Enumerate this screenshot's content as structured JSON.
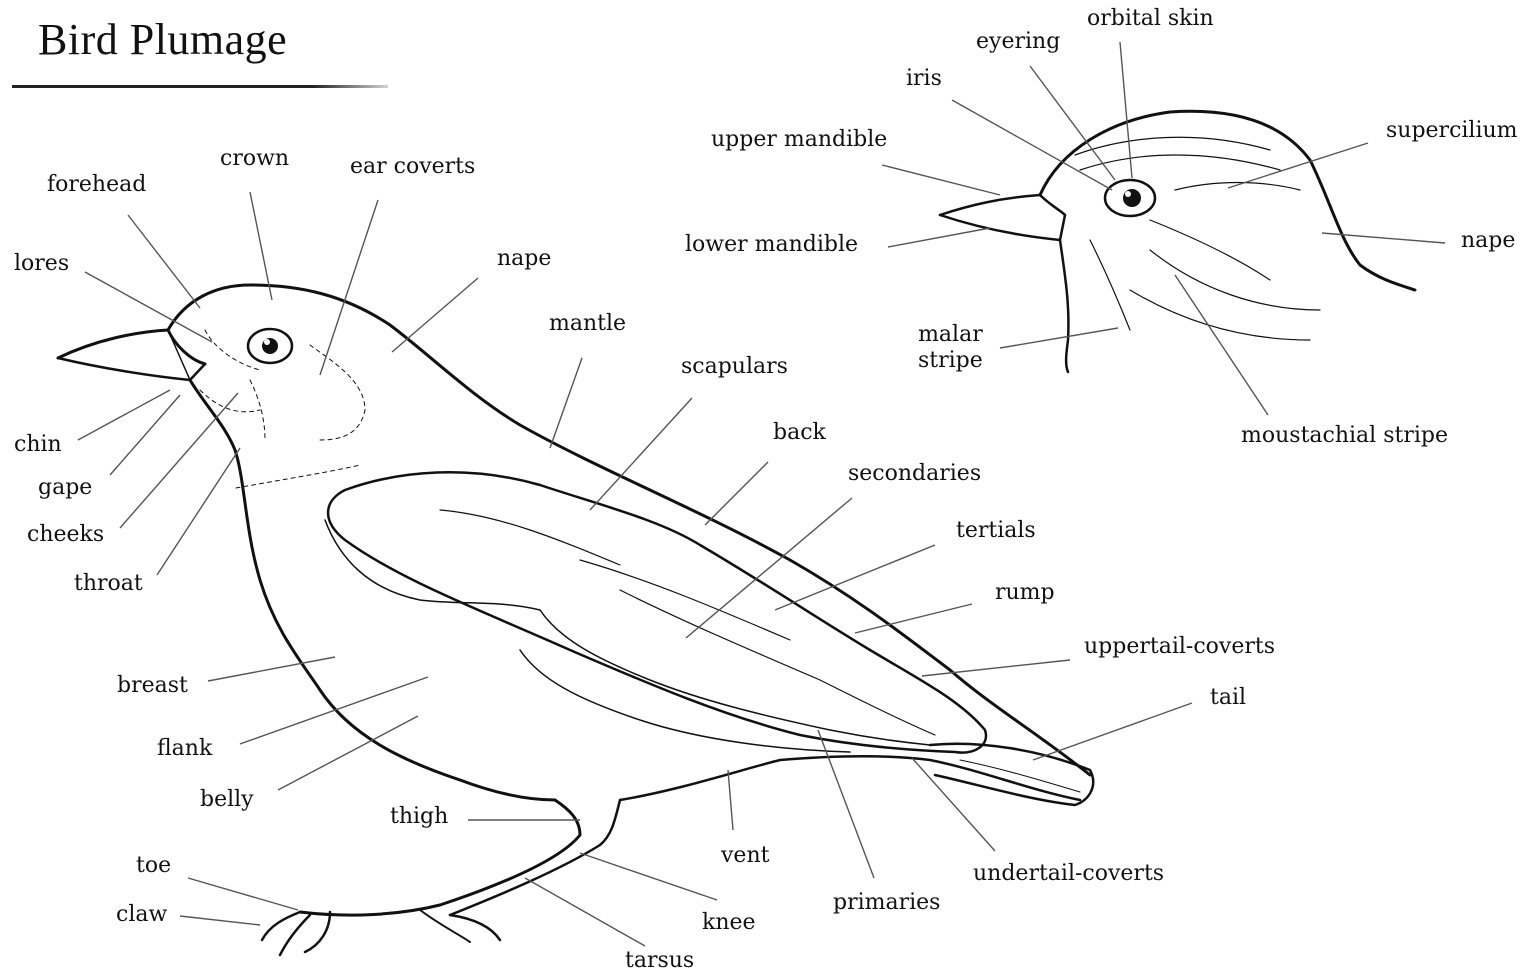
{
  "title": "Bird Plumage",
  "labels": {
    "forehead": "forehead",
    "crown": "crown",
    "ear_coverts": "ear coverts",
    "lores": "lores",
    "nape_body": "nape",
    "mantle": "mantle",
    "scapulars": "scapulars",
    "back": "back",
    "secondaries": "secondaries",
    "tertials": "tertials",
    "rump": "rump",
    "uppertail_coverts": "uppertail-coverts",
    "tail": "tail",
    "chin": "chin",
    "gape": "gape",
    "cheeks": "cheeks",
    "throat": "throat",
    "breast": "breast",
    "flank": "flank",
    "belly": "belly",
    "thigh": "thigh",
    "toe": "toe",
    "claw": "claw",
    "tarsus": "tarsus",
    "knee": "knee",
    "vent": "vent",
    "primaries": "primaries",
    "undertail_coverts": "undertail-coverts",
    "iris": "iris",
    "eyering": "eyering",
    "orbital_skin": "orbital skin",
    "supercilium": "supercilium",
    "upper_mandible": "upper mandible",
    "lower_mandible": "lower mandible",
    "nape_head": "nape",
    "malar_stripe": "malar\nstripe",
    "moustachial_stripe": "moustachial stripe"
  },
  "colors": {
    "ink": "#111111",
    "leader": "#555555"
  }
}
